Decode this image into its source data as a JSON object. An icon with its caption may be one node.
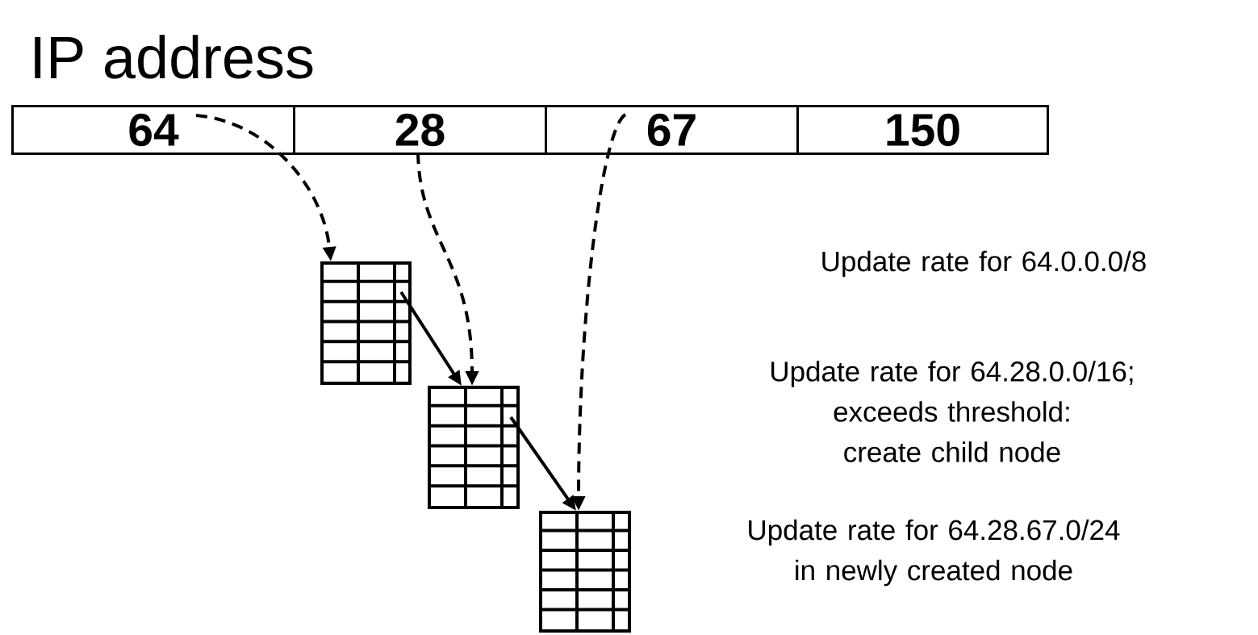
{
  "diagram": {
    "nodes": [
      {
        "text": [
          "IP address"
        ]
      },
      {
        "text": [
          "64"
        ],
        "in": 0
      },
      {
        "text": [
          "28"
        ],
        "in": 0
      },
      {
        "text": [
          "67"
        ],
        "in": 0
      },
      {
        "text": [
          "150"
        ],
        "in": 0
      },
      {
        "text": [],
        "shape": "table"
      },
      {
        "text": [],
        "shape": "table"
      },
      {
        "text": [],
        "shape": "table"
      }
    ],
    "edges": [
      {
        "from": 1,
        "to": 5,
        "arrow": "to",
        "style": "dashed"
      },
      {
        "from": 2,
        "to": 6,
        "arrow": "to",
        "style": "dashed"
      },
      {
        "from": 3,
        "to": 7,
        "arrow": "to",
        "style": "dashed"
      },
      {
        "from": 5,
        "to": 6,
        "arrow": "to"
      },
      {
        "from": 6,
        "to": 7,
        "arrow": "to"
      }
    ],
    "labels": [
      "Update rate for 64.0.0.0/8",
      "Update rate for 64.28.0.0/16; exceeds threshold: create child node",
      "Update rate for 64.28.67.0/24 in newly created node"
    ]
  }
}
